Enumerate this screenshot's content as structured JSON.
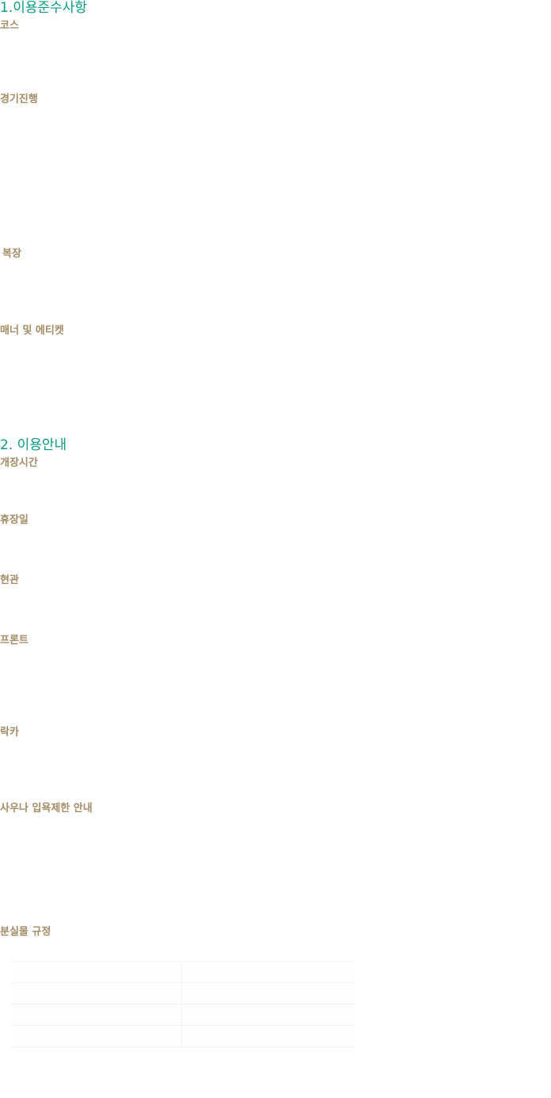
{
  "section1": {
    "title": "1.이용준수사항",
    "subsections": [
      "코스",
      "경기진행",
      " 복장",
      "매너 및 에티켓"
    ]
  },
  "section2": {
    "title": "2. 이용안내",
    "subsections": [
      "개장시간",
      "휴장일",
      "현관",
      "프론트",
      "락카",
      "사우나 입욕제한 안내",
      "분실물 규정"
    ]
  },
  "colors": {
    "heading": "#079a86",
    "subheading": "#a38c63"
  }
}
